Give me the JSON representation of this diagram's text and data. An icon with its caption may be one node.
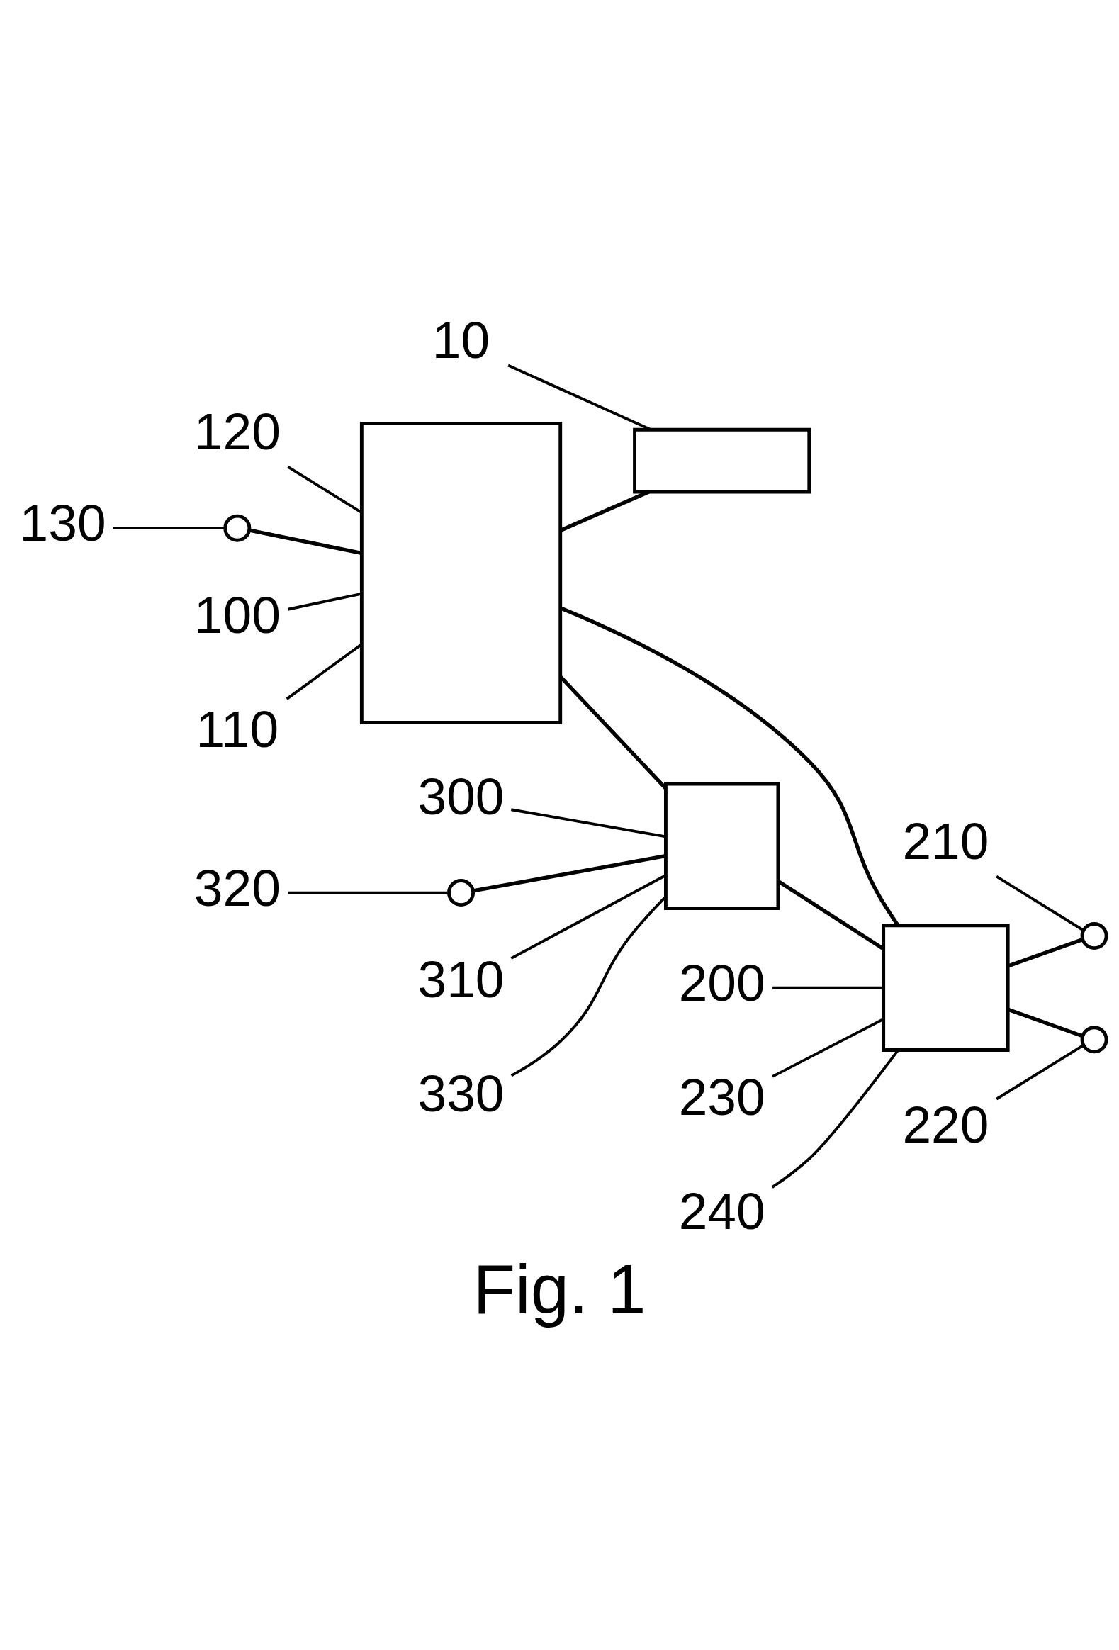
{
  "diagram": {
    "caption": "Fig. 1",
    "nodes": [
      {
        "text": [],
        "shape": "box"
      },
      {
        "text": [],
        "shape": "box"
      },
      {
        "text": [],
        "shape": "box"
      },
      {
        "text": [],
        "shape": "box"
      },
      {
        "text": [],
        "shape": "circle"
      },
      {
        "text": [],
        "shape": "circle"
      },
      {
        "text": [],
        "shape": "circle"
      },
      {
        "text": [],
        "shape": "circle"
      },
      {
        "text": [
          "100"
        ]
      },
      {
        "text": [
          "110"
        ]
      },
      {
        "text": [
          "120"
        ]
      },
      {
        "text": [
          "10"
        ]
      },
      {
        "text": [
          "200"
        ]
      },
      {
        "text": [
          "210"
        ]
      },
      {
        "text": [
          "220"
        ]
      },
      {
        "text": [
          "230"
        ]
      },
      {
        "text": [
          "240"
        ]
      },
      {
        "text": [
          "310"
        ]
      },
      {
        "text": [
          "320"
        ]
      },
      {
        "text": [
          "330"
        ]
      },
      {
        "text": [
          "300"
        ]
      },
      {
        "text": [
          "130"
        ]
      }
    ],
    "edges": [
      {
        "from": 4,
        "to": 0,
        "arrow": "none"
      },
      {
        "from": 0,
        "to": 1,
        "arrow": "none"
      },
      {
        "from": 0,
        "to": 2,
        "arrow": "none"
      },
      {
        "from": 0,
        "to": 3,
        "arrow": "none"
      },
      {
        "from": 3,
        "to": 2,
        "arrow": "none"
      },
      {
        "from": 2,
        "to": 5,
        "arrow": "none"
      },
      {
        "from": 2,
        "to": 6,
        "arrow": "none"
      },
      {
        "from": 7,
        "to": 3,
        "arrow": "none"
      },
      {
        "from": 8,
        "to": 0,
        "arrow": "none"
      },
      {
        "from": 9,
        "to": 0,
        "arrow": "none"
      },
      {
        "from": 10,
        "to": 0,
        "arrow": "none"
      },
      {
        "from": 11,
        "to": 1,
        "arrow": "none"
      },
      {
        "from": 12,
        "to": 2,
        "arrow": "none"
      },
      {
        "from": 13,
        "to": 5,
        "arrow": "none"
      },
      {
        "from": 14,
        "to": 6,
        "arrow": "none"
      },
      {
        "from": 15,
        "to": 2,
        "arrow": "none"
      },
      {
        "from": 16,
        "to": 2,
        "arrow": "none"
      },
      {
        "from": 17,
        "to": 3,
        "arrow": "none"
      },
      {
        "from": 18,
        "to": 7,
        "arrow": "none"
      },
      {
        "from": 19,
        "to": 3,
        "arrow": "none"
      },
      {
        "from": 20,
        "to": 3,
        "arrow": "none"
      },
      {
        "from": 21,
        "to": 4,
        "arrow": "none"
      }
    ]
  }
}
